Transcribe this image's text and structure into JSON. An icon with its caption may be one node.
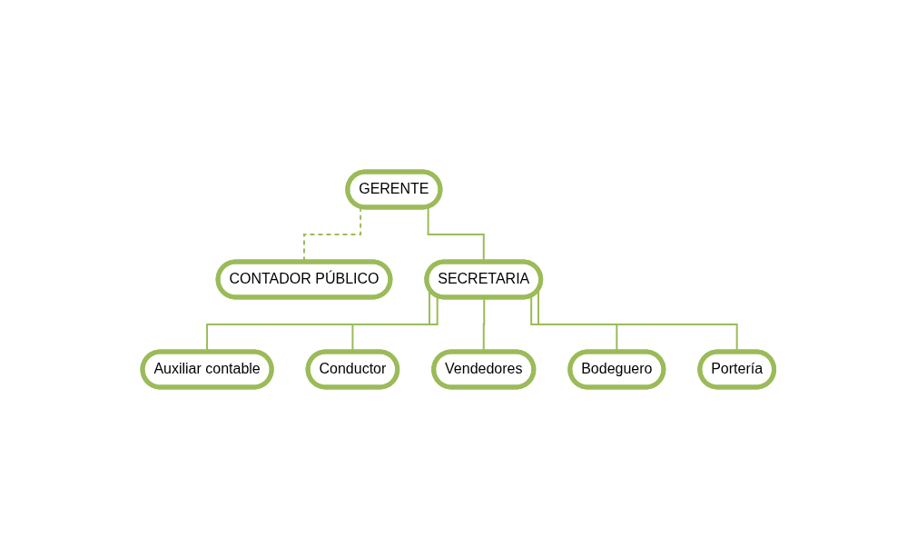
{
  "diagram": {
    "nodes": [
      {
        "text": [
          "GERENTE"
        ]
      },
      {
        "text": [
          "CONTADOR PÚBLICO"
        ]
      },
      {
        "text": [
          "SECRETARIA"
        ]
      },
      {
        "text": [
          "Auxiliar contable"
        ]
      },
      {
        "text": [
          "Vendedores"
        ]
      },
      {
        "text": [
          "Portería"
        ]
      },
      {
        "text": [
          "Conductor"
        ]
      },
      {
        "text": [
          "Bodeguero"
        ]
      }
    ],
    "edges": [
      {
        "from": 0,
        "to": 2,
        "arrow": "none"
      },
      {
        "from": 0,
        "to": 1,
        "arrow": "none",
        "style": "dashed"
      },
      {
        "from": 2,
        "to": 3,
        "arrow": "none"
      },
      {
        "from": 2,
        "to": 6,
        "arrow": "none"
      },
      {
        "from": 2,
        "to": 4,
        "arrow": "none"
      },
      {
        "from": 2,
        "to": 7,
        "arrow": "none"
      },
      {
        "from": 2,
        "to": 5,
        "arrow": "none"
      }
    ]
  }
}
